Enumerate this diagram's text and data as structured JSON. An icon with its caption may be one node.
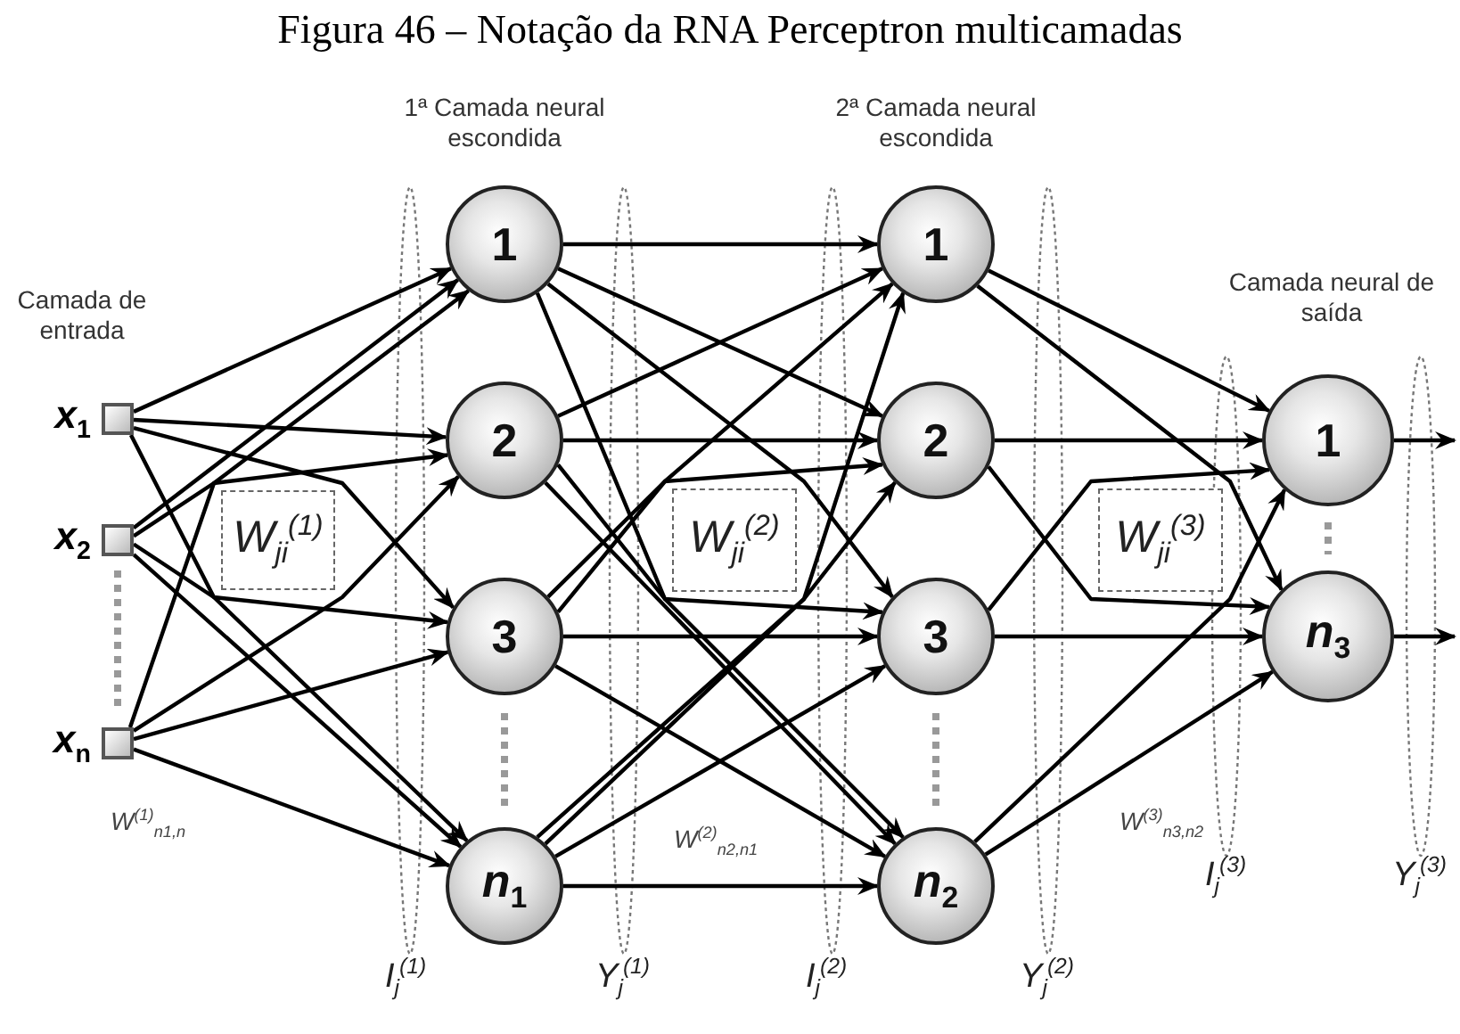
{
  "diagram": {
    "title": "Figura 46 – Notação da RNA Perceptron multicamadas",
    "nodes": [
      {
        "text": [],
        "shape": "box",
        "beside": [
          "Camada de entrada",
          "*x*$_{1}$"
        ]
      },
      {
        "text": [],
        "shape": "box",
        "beside": [
          "*x*$_{2}$"
        ]
      },
      {
        "text": [],
        "shape": "box",
        "beside": [
          "*x*$_{n}$"
        ]
      },
      {
        "text": [
          "1"
        ],
        "beside": [
          "1ª Camada neural escondida"
        ]
      },
      {
        "text": [
          "2"
        ]
      },
      {
        "text": [
          "3"
        ]
      },
      {
        "text": [
          "*n*$_{1}$"
        ]
      },
      {
        "text": [
          "1"
        ],
        "beside": [
          "2ª Camada neural escondida"
        ]
      },
      {
        "text": [
          "2"
        ]
      },
      {
        "text": [
          "3"
        ]
      },
      {
        "text": [
          "*n*$_{2}$"
        ]
      },
      {
        "text": [
          "1"
        ],
        "beside": [
          "Camada neural de saída"
        ]
      },
      {
        "text": [
          "*n*$_{3}$"
        ]
      },
      {
        "text": [
          "W$_{ji}$$^{(1)}$"
        ]
      },
      {
        "text": [
          "W$_{ji}$$^{(2)}$"
        ]
      },
      {
        "text": [
          "W$_{ji}$$^{(3)}$"
        ]
      }
    ],
    "edges": [
      {
        "from": 0,
        "to": 3,
        "arrow": "to"
      },
      {
        "from": 0,
        "to": 4,
        "arrow": "to"
      },
      {
        "from": 0,
        "to": 5,
        "arrow": "to"
      },
      {
        "from": 0,
        "to": 6,
        "arrow": "to"
      },
      {
        "from": 1,
        "to": 3,
        "arrow": "to"
      },
      {
        "from": 1,
        "to": 4,
        "arrow": "to"
      },
      {
        "from": 1,
        "to": 5,
        "arrow": "to"
      },
      {
        "from": 1,
        "to": 6,
        "arrow": "to"
      },
      {
        "from": 2,
        "to": 3,
        "arrow": "to"
      },
      {
        "from": 2,
        "to": 4,
        "arrow": "to"
      },
      {
        "from": 2,
        "to": 5,
        "arrow": "to"
      },
      {
        "from": 2,
        "to": 6,
        "arrow": "to"
      },
      {
        "from": 3,
        "to": 7,
        "arrow": "to"
      },
      {
        "from": 3,
        "to": 8,
        "arrow": "to"
      },
      {
        "from": 3,
        "to": 9,
        "arrow": "to"
      },
      {
        "from": 3,
        "to": 10,
        "arrow": "to"
      },
      {
        "from": 4,
        "to": 7,
        "arrow": "to"
      },
      {
        "from": 4,
        "to": 8,
        "arrow": "to"
      },
      {
        "from": 4,
        "to": 9,
        "arrow": "to"
      },
      {
        "from": 4,
        "to": 10,
        "arrow": "to"
      },
      {
        "from": 5,
        "to": 7,
        "arrow": "to"
      },
      {
        "from": 5,
        "to": 8,
        "arrow": "to"
      },
      {
        "from": 5,
        "to": 9,
        "arrow": "to"
      },
      {
        "from": 5,
        "to": 10,
        "arrow": "to"
      },
      {
        "from": 6,
        "to": 7,
        "arrow": "to"
      },
      {
        "from": 6,
        "to": 8,
        "arrow": "to"
      },
      {
        "from": 6,
        "to": 9,
        "arrow": "to"
      },
      {
        "from": 6,
        "to": 10,
        "arrow": "to"
      },
      {
        "from": 7,
        "to": 11,
        "arrow": "to"
      },
      {
        "from": 7,
        "to": 12,
        "arrow": "to"
      },
      {
        "from": 8,
        "to": 11,
        "arrow": "to"
      },
      {
        "from": 8,
        "to": 12,
        "arrow": "to"
      },
      {
        "from": 9,
        "to": 11,
        "arrow": "to"
      },
      {
        "from": 9,
        "to": 12,
        "arrow": "to"
      },
      {
        "from": 10,
        "to": 11,
        "arrow": "to"
      },
      {
        "from": 10,
        "to": 12,
        "arrow": "to"
      },
      {
        "from": 11,
        "to": null,
        "arrow": "to"
      },
      {
        "from": 12,
        "to": null,
        "arrow": "to"
      }
    ],
    "labels": [
      "W$^{(1)}$$_{n1,n}$",
      "W$^{(2)}$$_{n2,n1}$",
      "W$^{(3)}$$_{n3,n2}$",
      "I$_{j}$$^{(3)}$",
      "Y$_{j}$$^{(3)}$",
      "I$_{j}$$^{(1)}$",
      "Y$_{j}$$^{(1)}$",
      "I$_{j}$$^{(2)}$",
      "Y$_{j}$$^{(2)}$"
    ]
  }
}
